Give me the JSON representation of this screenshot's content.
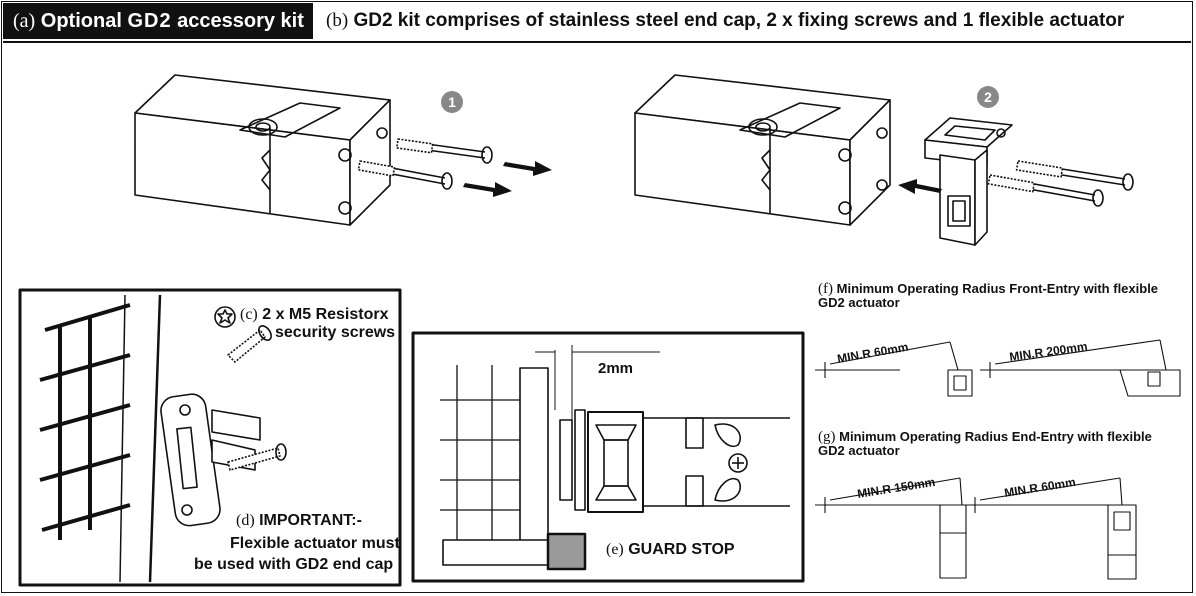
{
  "header": {
    "a_prefix": "(a)",
    "a_text": "Optional",
    "a_model": "GD2",
    "a_suffix": "accessory kit",
    "b_prefix": "(b)",
    "b_text": "GD2 kit comprises of stainless steel end cap, 2 x fixing screws and 1 flexible actuator"
  },
  "steps": {
    "one": "1",
    "two": "2"
  },
  "left_panel": {
    "c_prefix": "(c)",
    "c_line1": "2 x M5 Resistorx",
    "c_line2": "security screws",
    "d_prefix": "(d)",
    "d_line1": "IMPORTANT:-",
    "d_line2": "Flexible actuator must",
    "d_line3": "be used with GD2 end cap"
  },
  "mid_panel": {
    "gap_label": "2mm",
    "e_prefix": "(e)",
    "e_text": "GUARD STOP"
  },
  "right_panel": {
    "f_prefix": "(f)",
    "f_line1": "Minimum Operating Radius Front-Entry with flexible",
    "f_line2": "GD2 actuator",
    "f_r1": "MIN.R 60mm",
    "f_r2": "MIN.R 200mm",
    "g_prefix": "(g)",
    "g_line1": "Minimum Operating Radius End-Entry with flexible",
    "g_line2": "GD2 actuator",
    "g_r1": "MIN.R 150mm",
    "g_r2": "MIN.R 60mm"
  },
  "colors": {
    "ink": "#111111",
    "badge": "#888888",
    "guard_stop": "#9a9a9a",
    "header_bg": "#111111"
  }
}
